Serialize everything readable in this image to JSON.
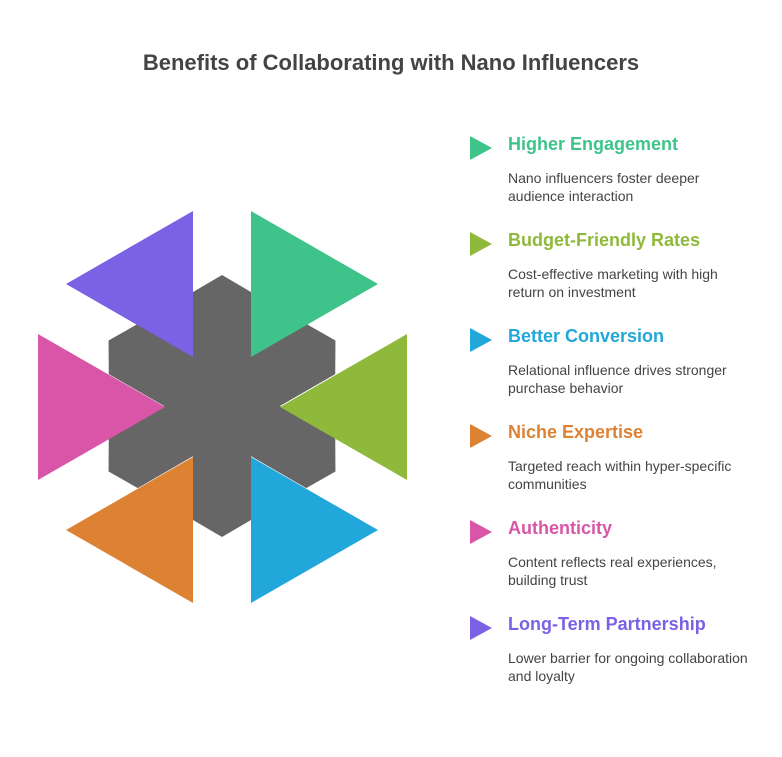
{
  "title": "Benefits of Collaborating with Nano Influencers",
  "colors": {
    "center": "#666666",
    "title": "#444444",
    "text": "#444444"
  },
  "items": [
    {
      "heading": "Higher Engagement",
      "description": "Nano influencers foster deeper audience interaction",
      "color": "#3ec48a",
      "icon": "triangle-right-icon"
    },
    {
      "heading": "Budget-Friendly Rates",
      "description": "Cost-effective marketing with high return on investment",
      "color": "#8fb93a",
      "icon": "triangle-right-icon"
    },
    {
      "heading": "Better Conversion",
      "description": "Relational influence drives stronger purchase behavior",
      "color": "#21a7d9",
      "icon": "triangle-right-icon"
    },
    {
      "heading": "Niche Expertise",
      "description": "Targeted reach within hyper-specific communities",
      "color": "#dd8133",
      "icon": "triangle-right-icon"
    },
    {
      "heading": "Authenticity",
      "description": "Content reflects real experiences, building trust",
      "color": "#d955a8",
      "icon": "triangle-right-icon"
    },
    {
      "heading": "Long-Term Partnership",
      "description": "Lower barrier for ongoing collaboration and loyalty",
      "color": "#7b61e4",
      "icon": "triangle-right-icon"
    }
  ]
}
